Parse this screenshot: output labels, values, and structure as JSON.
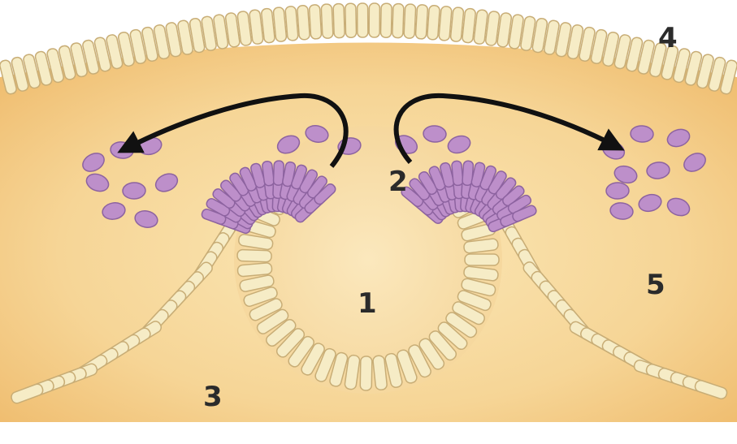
{
  "labels": {
    "neural_groove": "1",
    "neural_crest": "2",
    "neural_fold": "3",
    "ectoderm": "4",
    "migrating_cells": "5"
  },
  "colors": {
    "background": "#f6d89a",
    "background_edge": "#eeb968",
    "cell": "#f6ecc6",
    "cell_stroke": "#c8ad76",
    "crest_cell": "#bd8fca",
    "crest_cell_stroke": "#8d63a0",
    "arrow": "#111111"
  }
}
